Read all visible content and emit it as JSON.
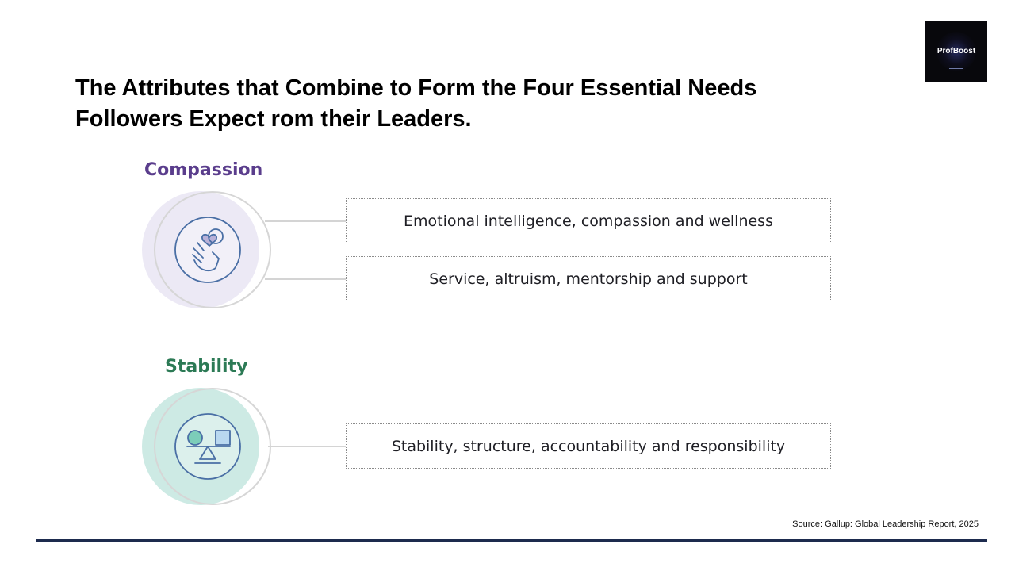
{
  "slide": {
    "title_lines": [
      "The Attributes that Combine to Form the Four Essential Needs",
      "Followers Expect rom their Leaders."
    ],
    "logo_text": "ProfBoost",
    "source": "Source: Gallup: Global Leadership Report, 2025"
  },
  "groups": [
    {
      "label": "Compassion",
      "icon": "heart-hand-icon",
      "color": "#5a3d8c",
      "circle_fill": "#ece9f5",
      "attributes": [
        "Emotional intelligence, compassion and wellness",
        "Service, altruism, mentorship and support"
      ]
    },
    {
      "label": "Stability",
      "icon": "balance-scale-icon",
      "color": "#2c7a55",
      "circle_fill": "#cdeae4",
      "attributes": [
        "Stability, structure, accountability and responsibility"
      ]
    }
  ],
  "colors": {
    "icon_stroke": "#4a6fa5",
    "rule": "#1d2b4e"
  }
}
